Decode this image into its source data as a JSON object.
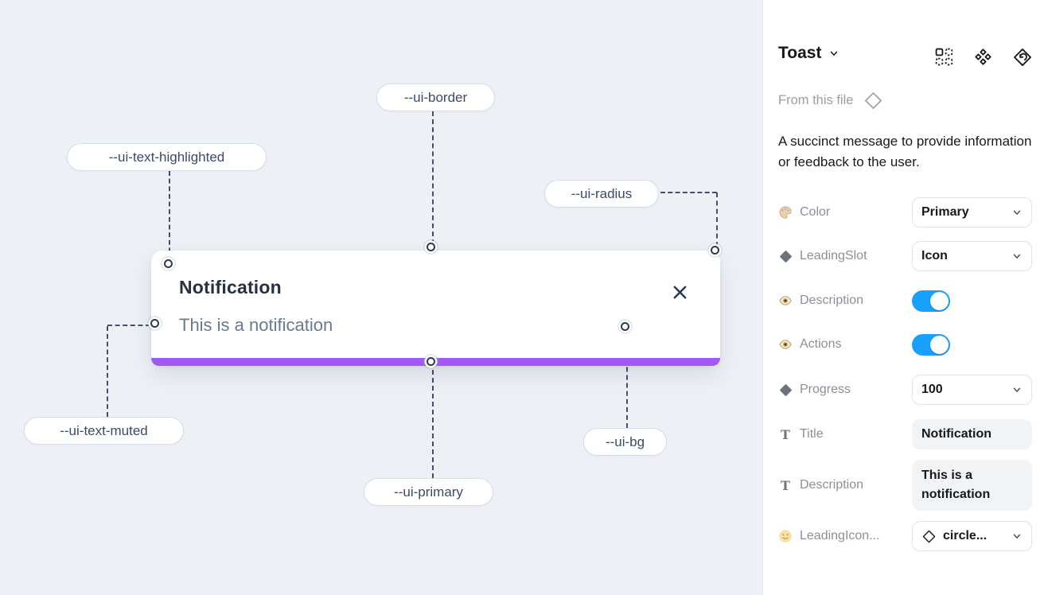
{
  "canvas": {
    "toast": {
      "title": "Notification",
      "description": "This is a notification",
      "progress_color": "#a259f3",
      "background_color": "#ffffff"
    },
    "background_color": "#edf1f6",
    "variable_labels": [
      {
        "text": "--ui-border"
      },
      {
        "text": "--ui-text-highlighted"
      },
      {
        "text": "--ui-radius"
      },
      {
        "text": "--ui-text-muted"
      },
      {
        "text": "--ui-primary"
      },
      {
        "text": "--ui-bg"
      }
    ]
  },
  "panel": {
    "title": "Toast",
    "source_label": "From this file",
    "description": "A succinct message to provide information or feedback to the user.",
    "toggle_color": "#18a0fb",
    "rows": [
      {
        "icon": "palette-icon",
        "label": "Color",
        "control": "select",
        "value": "Primary"
      },
      {
        "icon": "diamond-icon",
        "label": "LeadingSlot",
        "control": "select",
        "value": "Icon"
      },
      {
        "icon": "eye-icon",
        "label": "Description",
        "control": "toggle",
        "value": "on"
      },
      {
        "icon": "eye-icon",
        "label": "Actions",
        "control": "toggle",
        "value": "on"
      },
      {
        "icon": "diamond-icon",
        "label": "Progress",
        "control": "select",
        "value": "100"
      },
      {
        "icon": "text-icon",
        "label": "Title",
        "control": "text",
        "value": "Notification"
      },
      {
        "icon": "text-icon",
        "label": "Description",
        "control": "text",
        "value": "This is a notification"
      },
      {
        "icon": "smiley-icon",
        "label": "LeadingIcon...",
        "control": "select",
        "value": "circle..."
      }
    ]
  }
}
